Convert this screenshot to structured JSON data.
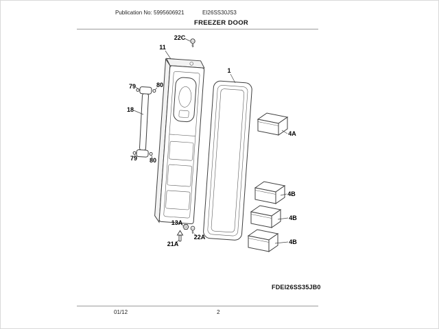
{
  "header": {
    "publication": "Publication No: 5995606921",
    "model": "EI26SS30JS3",
    "title": "FREEZER DOOR"
  },
  "diagram": {
    "model_label": "FDEI26SS35JB0",
    "callouts": {
      "k22C": "22C",
      "k11": "11",
      "k1": "1",
      "k79a": "79",
      "k80a": "80",
      "k18": "18",
      "k79b": "79",
      "k80b": "80",
      "k13A": "13A",
      "k22A": "22A",
      "k21A": "21A",
      "k4A": "4A",
      "k4B1": "4B",
      "k4B2": "4B",
      "k4B3": "4B"
    }
  },
  "footer": {
    "date": "01/12",
    "page": "2"
  }
}
